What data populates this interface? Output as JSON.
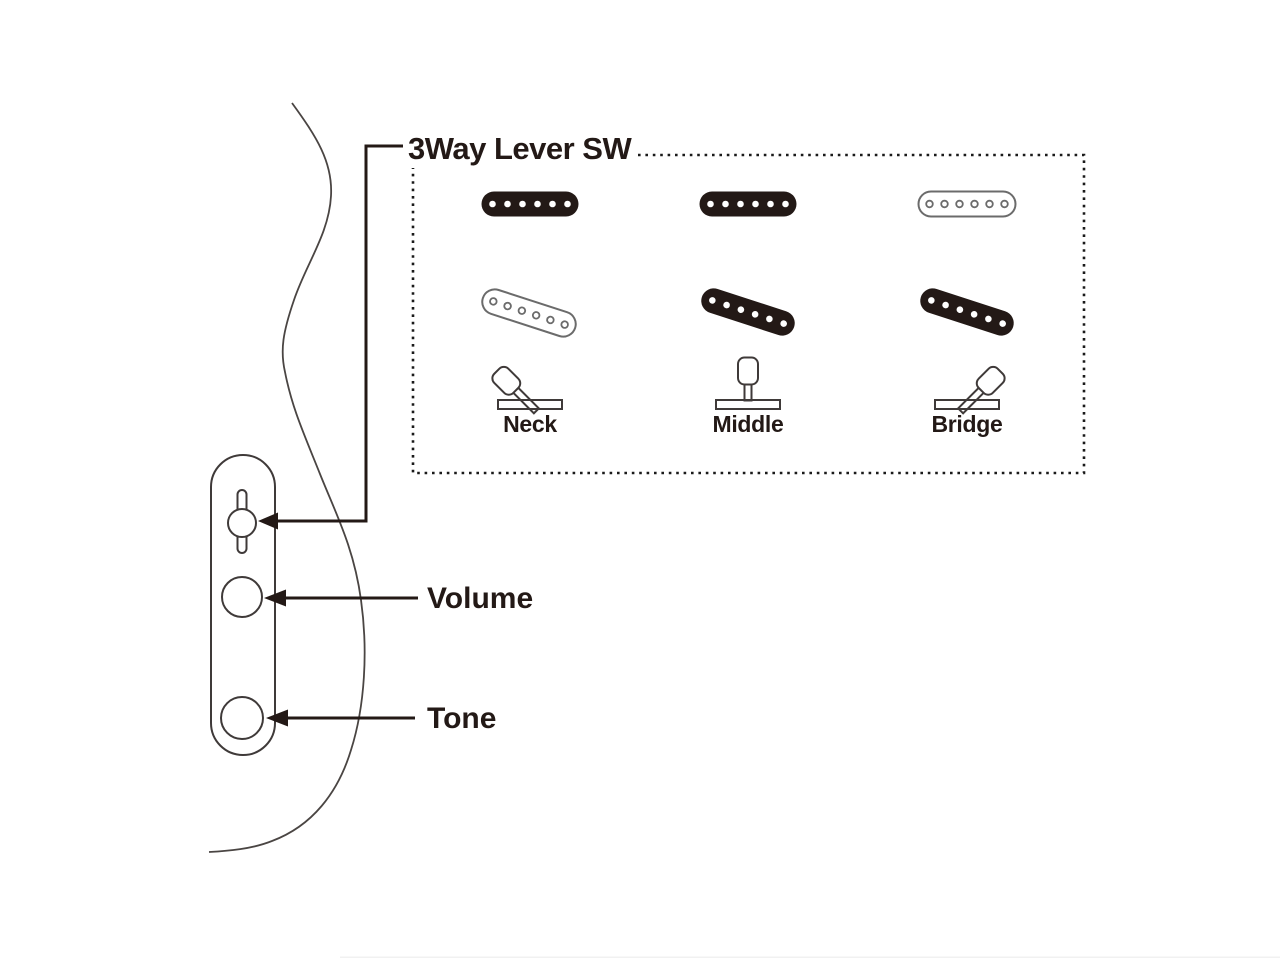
{
  "diagram": {
    "title": "3Way Lever SW",
    "positions": [
      {
        "label": "Neck",
        "neck_pickup": "active",
        "bridge_pickup": "inactive",
        "lever": "left"
      },
      {
        "label": "Middle",
        "neck_pickup": "active",
        "bridge_pickup": "active",
        "lever": "center"
      },
      {
        "label": "Bridge",
        "neck_pickup": "inactive",
        "bridge_pickup": "active",
        "lever": "right"
      }
    ],
    "controls": {
      "volume": "Volume",
      "tone": "Tone"
    },
    "colors": {
      "ink": "#231916",
      "line": "#3f3a39",
      "inactive_outline": "#6b6b6b",
      "background": "#ffffff"
    }
  }
}
